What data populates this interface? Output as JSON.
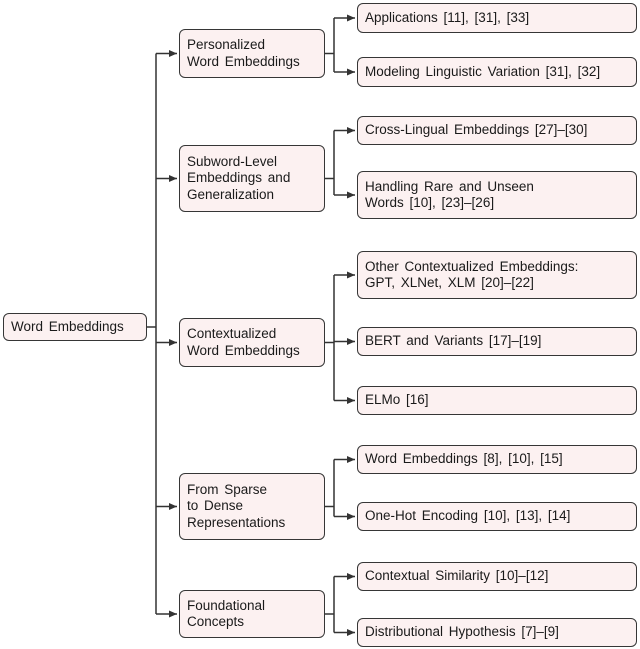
{
  "colors": {
    "box-fill": "#FCF1F1",
    "box-border": "#363636",
    "connector": "#333333",
    "text": "#1A1A1A",
    "background": "#FFFFFF"
  },
  "diagram": {
    "root": {
      "label": "Word Embeddings"
    },
    "branches": [
      {
        "label": "Personalized\nWord Embeddings",
        "children": [
          {
            "label": "Applications [11], [31], [33]"
          },
          {
            "label": "Modeling Linguistic Variation [31], [32]"
          }
        ]
      },
      {
        "label": "Subword-Level\nEmbeddings and\nGeneralization",
        "children": [
          {
            "label": "Cross-Lingual Embeddings [27]–[30]"
          },
          {
            "label": "Handling Rare and Unseen\nWords [10], [23]–[26]"
          }
        ]
      },
      {
        "label": "Contextualized\nWord Embeddings",
        "children": [
          {
            "label": "Other Contextualized Embeddings:\nGPT, XLNet, XLM [20]–[22]"
          },
          {
            "label": "BERT and Variants [17]–[19]"
          },
          {
            "label": "ELMo [16]"
          }
        ]
      },
      {
        "label": "From Sparse\nto Dense\nRepresentations",
        "children": [
          {
            "label": "Word Embeddings [8], [10], [15]"
          },
          {
            "label": "One-Hot Encoding [10], [13], [14]"
          }
        ]
      },
      {
        "label": "Foundational\nConcepts",
        "children": [
          {
            "label": "Contextual Similarity [10]–[12]"
          },
          {
            "label": "Distributional Hypothesis [7]–[9]"
          }
        ]
      }
    ]
  }
}
